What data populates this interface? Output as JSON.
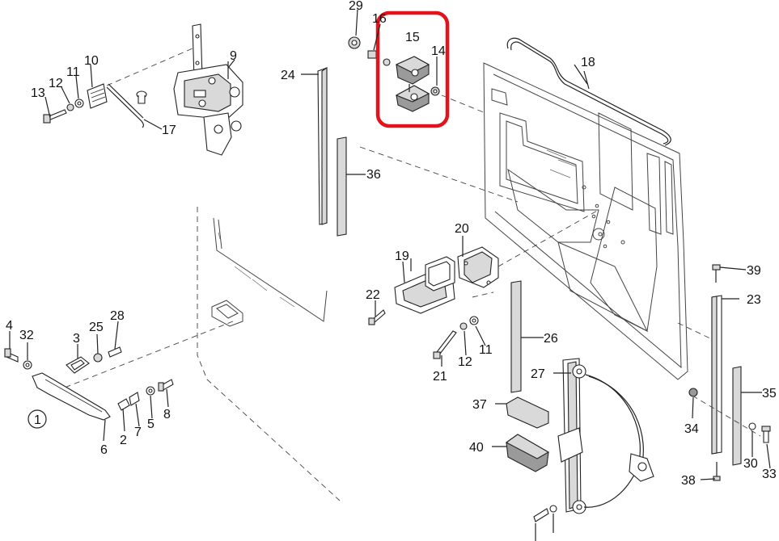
{
  "diagram": {
    "highlight_color": "#e3131b",
    "callouts": [
      {
        "id": "c29",
        "text": "29"
      },
      {
        "id": "c16",
        "text": "16"
      },
      {
        "id": "c15",
        "text": "15"
      },
      {
        "id": "c14",
        "text": "14"
      },
      {
        "id": "c18",
        "text": "18"
      },
      {
        "id": "c24",
        "text": "24"
      },
      {
        "id": "c36",
        "text": "36"
      },
      {
        "id": "c10",
        "text": "10"
      },
      {
        "id": "c11a",
        "text": "11"
      },
      {
        "id": "c12a",
        "text": "12"
      },
      {
        "id": "c13",
        "text": "13"
      },
      {
        "id": "c9",
        "text": "9"
      },
      {
        "id": "c17",
        "text": "17"
      },
      {
        "id": "c20",
        "text": "20"
      },
      {
        "id": "c19",
        "text": "19"
      },
      {
        "id": "c22",
        "text": "22"
      },
      {
        "id": "c39",
        "text": "39"
      },
      {
        "id": "c23",
        "text": "23"
      },
      {
        "id": "c26",
        "text": "26"
      },
      {
        "id": "c21",
        "text": "21"
      },
      {
        "id": "c12b",
        "text": "12"
      },
      {
        "id": "c11b",
        "text": "11"
      },
      {
        "id": "c27",
        "text": "27"
      },
      {
        "id": "c35",
        "text": "35"
      },
      {
        "id": "c34",
        "text": "34"
      },
      {
        "id": "c30",
        "text": "30"
      },
      {
        "id": "c33",
        "text": "33"
      },
      {
        "id": "c38",
        "text": "38"
      },
      {
        "id": "c37",
        "text": "37"
      },
      {
        "id": "c40",
        "text": "40"
      },
      {
        "id": "c4",
        "text": "4"
      },
      {
        "id": "c32",
        "text": "32"
      },
      {
        "id": "c3",
        "text": "3"
      },
      {
        "id": "c25",
        "text": "25"
      },
      {
        "id": "c28",
        "text": "28"
      },
      {
        "id": "c1",
        "text": "1"
      },
      {
        "id": "c6",
        "text": "6"
      },
      {
        "id": "c2",
        "text": "2"
      },
      {
        "id": "c7",
        "text": "7"
      },
      {
        "id": "c5",
        "text": "5"
      },
      {
        "id": "c8",
        "text": "8"
      }
    ]
  }
}
